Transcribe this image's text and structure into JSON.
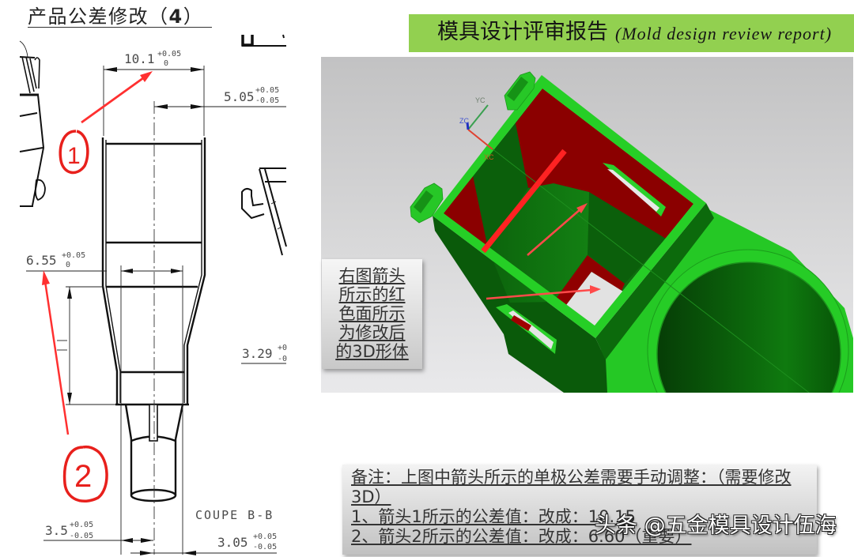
{
  "slide": {
    "title_parts": [
      "产品公差修改（",
      "4",
      "）"
    ]
  },
  "banner": {
    "title_cn": "模具设计评审报告",
    "title_en": "(Mold design review report)",
    "color": "#92D050"
  },
  "drawing": {
    "dimensions": {
      "top_width": {
        "value": "10.1",
        "upper": "+0.05",
        "lower": "0"
      },
      "top_half_width": {
        "value": "5.05",
        "upper": "+0.05",
        "lower": "-0.05"
      },
      "mid_width": {
        "value": "6.55",
        "upper": "+0.05",
        "lower": "0"
      },
      "side_partial": {
        "value": "3.29",
        "upper": "+0",
        "lower": "-0"
      },
      "bottom_left": {
        "value": "3.5",
        "upper": "+0.05",
        "lower": "-0.05"
      },
      "bottom_right": {
        "value": "3.05",
        "upper": "+0.05",
        "lower": "-0.05"
      }
    },
    "section_label": "COUPE B-B",
    "markers": [
      {
        "label": "1",
        "color": "#E8201C"
      },
      {
        "label": "2",
        "color": "#E8201C"
      }
    ]
  },
  "model_view": {
    "axes": {
      "x": "XC",
      "y": "YC",
      "z": "ZC"
    },
    "colors": {
      "body": "#26CF26",
      "body_dark": "#0A5A0A",
      "modified_face": "#8B0000",
      "highlight_edge": "#FF2222",
      "arrow": "#FF4A4A"
    },
    "callout_lines": [
      "右图箭头",
      "所示的红",
      "色面所示",
      "为修改后",
      "的3D形体"
    ]
  },
  "note": {
    "lines": [
      "备注：上图中箭头所示的单极公差需要手动调整：（需要修改",
      "3D）",
      "1、箭头1所示的公差值：改成：10.15",
      "2、箭头2所示的公差值：改成：6.60（重要）"
    ]
  },
  "watermark": "头条 @五金模具设计伍海"
}
